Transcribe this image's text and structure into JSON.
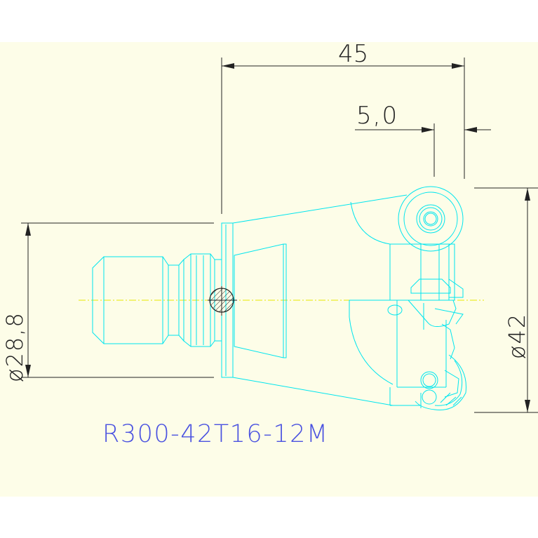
{
  "drawing": {
    "part_number": "R300-42T16-12M",
    "dimensions": {
      "overall_length": "45",
      "offset": "5,0",
      "shank_diameter": "ø28,8",
      "cutter_diameter": "ø42"
    }
  },
  "colors": {
    "sheet_background": "#fdfde8",
    "part_outline": "#00e5ee",
    "centerline": "#e8e800",
    "dimension_lines": "#222222",
    "part_number_text": "#4a52e0"
  }
}
